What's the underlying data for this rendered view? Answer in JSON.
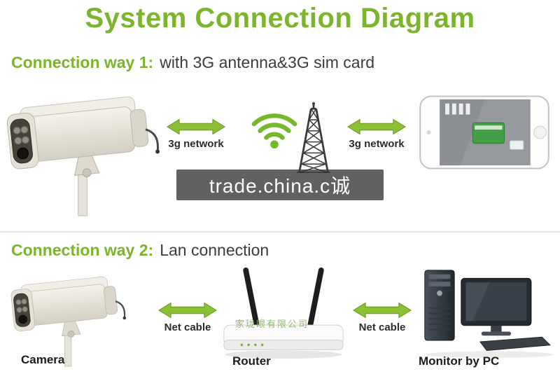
{
  "title": "System Connection Diagram",
  "watermark_text": "trade.china.c诚",
  "colors": {
    "accent": "#7cb42c",
    "arrow": "#8bc034",
    "text_dark": "#3c3c3c"
  },
  "section1": {
    "heading_strong": "Connection way 1:",
    "heading_rest": "with 3G antenna&3G sim card",
    "left_arrow_label": "3g network",
    "right_arrow_label": "3g network",
    "nodes": [
      "3G bullet camera",
      "3G antenna tower with wifi signal",
      "smartphone viewing traffic"
    ]
  },
  "section2": {
    "heading_strong": "Connection way 2:",
    "heading_rest": "Lan connection",
    "left_arrow_label": "Net cable",
    "right_arrow_label": "Net cable",
    "camera_label": "Camera",
    "router_label": "Router",
    "monitor_label": "Monitor by PC",
    "router_watermark": "家珑眼有限公司"
  }
}
